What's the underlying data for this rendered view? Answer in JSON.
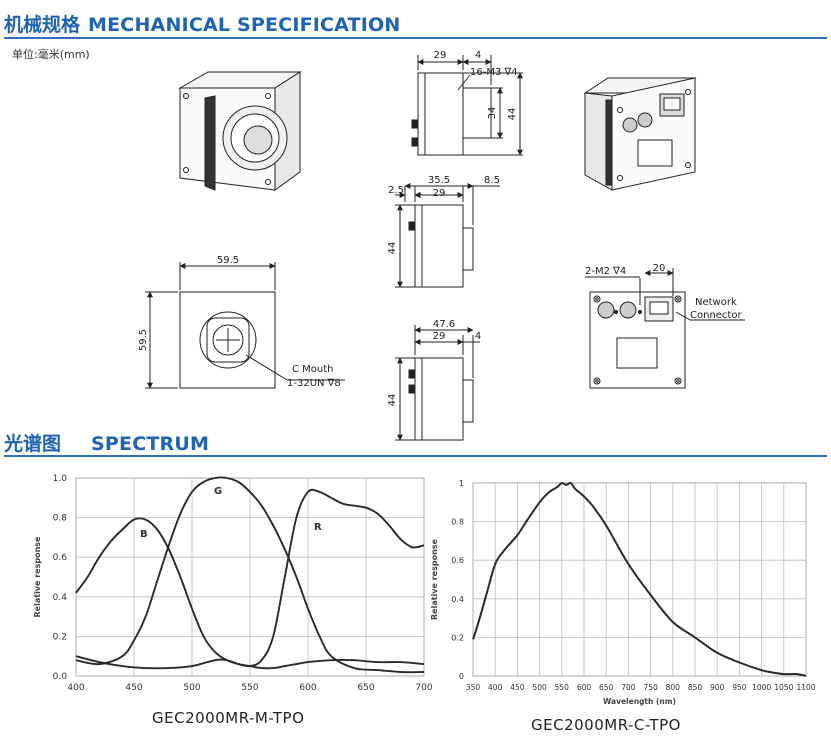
{
  "mechanical": {
    "title_cn": "机械规格",
    "title_en": "MECHANICAL SPECIFICATION",
    "unit": "单位:毫米(mm)",
    "dims": {
      "side_top_w1": "29",
      "side_top_w2": "4",
      "side_top_thread": "16-M3 ∇4",
      "side_top_h1": "34",
      "side_top_h2": "44",
      "side_mid_w0": "2.5",
      "side_mid_w1": "35.5",
      "side_mid_w2": "29",
      "side_mid_w3": "8.5",
      "side_mid_h": "44",
      "side_bot_w1": "47.6",
      "side_bot_w2": "29",
      "side_bot_w3": "4",
      "side_bot_h": "44",
      "front_w": "59.5",
      "front_h": "59.5",
      "back_thread": "2-M2 ∇4",
      "back_w": "20"
    },
    "labels": {
      "c_mouth_1": "C Mouth",
      "c_mouth_2": "1-32UN ∇8",
      "network_1": "Network",
      "network_2": "Connector"
    }
  },
  "spectrum": {
    "title_cn": "光谱图",
    "title_en": "SPECTRUM"
  },
  "chart_data": [
    {
      "type": "line",
      "title": "",
      "xlabel": "",
      "ylabel": "Relative response",
      "xlim": [
        400,
        700
      ],
      "ylim": [
        0,
        1.0
      ],
      "x_ticks": [
        400,
        450,
        500,
        550,
        600,
        650,
        700
      ],
      "y_ticks": [
        "0.0",
        "0.2",
        "0.4",
        "0.6",
        "0.8",
        "1.0"
      ],
      "grid": true,
      "series": [
        {
          "name": "B",
          "x": [
            400,
            410,
            420,
            430,
            440,
            450,
            460,
            470,
            480,
            490,
            500,
            510,
            520,
            530,
            540,
            550,
            560,
            570,
            580,
            590,
            600,
            620,
            640,
            660,
            680,
            700
          ],
          "y": [
            0.42,
            0.5,
            0.6,
            0.68,
            0.74,
            0.79,
            0.79,
            0.74,
            0.64,
            0.5,
            0.34,
            0.2,
            0.12,
            0.08,
            0.06,
            0.05,
            0.04,
            0.04,
            0.05,
            0.06,
            0.07,
            0.08,
            0.08,
            0.07,
            0.07,
            0.06
          ]
        },
        {
          "name": "G",
          "x": [
            400,
            420,
            440,
            450,
            460,
            470,
            480,
            490,
            500,
            510,
            520,
            530,
            540,
            550,
            560,
            570,
            580,
            590,
            600,
            610,
            620,
            640,
            660,
            680,
            700
          ],
          "y": [
            0.08,
            0.06,
            0.1,
            0.18,
            0.3,
            0.48,
            0.66,
            0.82,
            0.93,
            0.98,
            1.0,
            1.0,
            0.98,
            0.93,
            0.86,
            0.76,
            0.64,
            0.5,
            0.34,
            0.2,
            0.1,
            0.04,
            0.03,
            0.02,
            0.02
          ]
        },
        {
          "name": "R",
          "x": [
            400,
            420,
            440,
            460,
            480,
            500,
            520,
            530,
            540,
            550,
            560,
            570,
            580,
            590,
            600,
            610,
            620,
            630,
            640,
            650,
            660,
            670,
            680,
            690,
            700
          ],
          "y": [
            0.1,
            0.07,
            0.05,
            0.04,
            0.04,
            0.05,
            0.08,
            0.08,
            0.06,
            0.05,
            0.08,
            0.2,
            0.5,
            0.8,
            0.93,
            0.93,
            0.9,
            0.87,
            0.86,
            0.85,
            0.82,
            0.76,
            0.69,
            0.65,
            0.66
          ]
        }
      ],
      "series_labels": [
        "B",
        "G",
        "R"
      ],
      "caption": "GEC2000MR-M-TPO"
    },
    {
      "type": "line",
      "title": "",
      "xlabel": "Wavelength (nm)",
      "ylabel": "Relative response",
      "xlim": [
        350,
        1100
      ],
      "ylim": [
        0,
        1
      ],
      "x_ticks": [
        350,
        400,
        450,
        500,
        550,
        600,
        650,
        700,
        750,
        800,
        850,
        900,
        950,
        1000,
        1050,
        1100
      ],
      "y_ticks": [
        "0",
        "0.2",
        "0.4",
        "0.6",
        "0.8",
        "1"
      ],
      "grid": true,
      "series": [
        {
          "x": [
            350,
            360,
            380,
            400,
            420,
            450,
            470,
            500,
            520,
            540,
            550,
            560,
            570,
            580,
            600,
            620,
            650,
            700,
            750,
            800,
            850,
            900,
            950,
            1000,
            1020,
            1050,
            1080,
            1100
          ],
          "y": [
            0.19,
            0.26,
            0.42,
            0.58,
            0.65,
            0.73,
            0.8,
            0.9,
            0.95,
            0.98,
            1.0,
            0.99,
            1.0,
            0.97,
            0.93,
            0.88,
            0.78,
            0.58,
            0.42,
            0.28,
            0.2,
            0.12,
            0.07,
            0.03,
            0.02,
            0.01,
            0.01,
            0.0
          ]
        }
      ],
      "caption": "GEC2000MR-C-TPO"
    }
  ]
}
